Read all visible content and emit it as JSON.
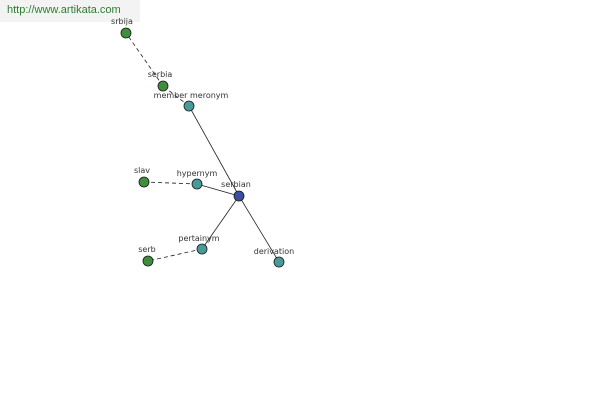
{
  "watermark": "http://www.artikata.com",
  "colors": {
    "root_node": "#3a4fa0",
    "relation_node": "#4a9a9a",
    "word_node": "#3e8e3e",
    "edge": "#222222",
    "node_stroke": "#1a1a1a"
  },
  "graph": {
    "root": {
      "id": "serbian",
      "label": "serbian"
    },
    "relations": [
      {
        "id": "member-meronym",
        "label": "member meronym"
      },
      {
        "id": "hypernym",
        "label": "hypernym"
      },
      {
        "id": "pertainym",
        "label": "pertainym"
      },
      {
        "id": "derivation",
        "label": "derivation"
      }
    ],
    "words": [
      {
        "id": "srbija",
        "label": "srbija"
      },
      {
        "id": "serbia",
        "label": "serbia"
      },
      {
        "id": "slav",
        "label": "slav"
      },
      {
        "id": "serb",
        "label": "serb"
      }
    ],
    "edges": [
      {
        "from": "serbian",
        "to": "member-meronym",
        "style": "solid"
      },
      {
        "from": "serbian",
        "to": "hypernym",
        "style": "solid"
      },
      {
        "from": "serbian",
        "to": "pertainym",
        "style": "solid"
      },
      {
        "from": "serbian",
        "to": "derivation",
        "style": "solid"
      },
      {
        "from": "member-meronym",
        "to": "serbia",
        "style": "dashed"
      },
      {
        "from": "serbia",
        "to": "srbija",
        "style": "dashed"
      },
      {
        "from": "hypernym",
        "to": "slav",
        "style": "dashed"
      },
      {
        "from": "pertainym",
        "to": "serb",
        "style": "dashed"
      }
    ]
  }
}
